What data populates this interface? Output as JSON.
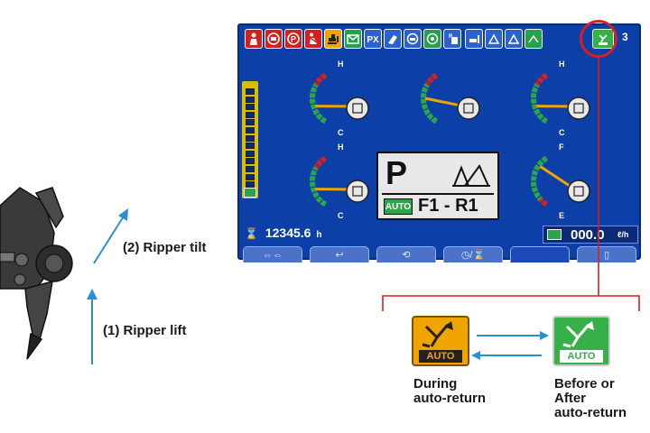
{
  "illustration": {
    "ripper_lift_label": "(1) Ripper lift",
    "ripper_tilt_label": "(2) Ripper tilt"
  },
  "screen": {
    "top_icons": [
      "operator-seat-icon",
      "engine-check-icon",
      "parking-brake-icon",
      "seatbelt-icon",
      "bulldozer-icon",
      "message-icon",
      "ripper-pin-icon",
      "ripper-tilt-icon",
      "coolant-icon",
      "service-icon",
      "reverse-icon",
      "blade-icon",
      "blade-pitch-icon",
      "blade-tilt-icon",
      "blade-auto-icon",
      "ripper-auto-return-icon"
    ],
    "page_number": "3",
    "gauges": [
      {
        "name": "engine-coolant-temperature-gauge",
        "top_label": "H",
        "bottom_label": "C",
        "icon": "coolant-temp-icon",
        "level": 0.35
      },
      {
        "name": "engine-oil-gauge",
        "top_label": "",
        "bottom_label": "",
        "icon": "engine-oil-icon",
        "level": 0.5
      },
      {
        "name": "hydraulic-oil-temperature-gauge",
        "top_label": "H",
        "bottom_label": "C",
        "icon": "hydraulic-temp-icon",
        "level": 0.35
      },
      {
        "name": "power-train-oil-temperature-gauge",
        "top_label": "H",
        "bottom_label": "C",
        "icon": "powertrain-temp-icon",
        "level": 0.35
      },
      {
        "name": "fuel-level-gauge",
        "top_label": "F",
        "bottom_label": "E",
        "icon": "fuel-icon",
        "level": 0.8
      }
    ],
    "bar_meter_segments": 13,
    "mode_panel": {
      "gear_letter": "P",
      "auto_badge": "AUTO",
      "gear_text": "F1 - R1"
    },
    "hour_meter": "12345.6",
    "hour_unit": "h",
    "fuel_rate": "000.0",
    "fuel_rate_unit": "ℓ/h",
    "function_buttons": [
      "function-1",
      "function-2",
      "function-3",
      "function-4",
      "function-5",
      "function-6"
    ]
  },
  "legend": {
    "during_icon_label": "AUTO",
    "before_icon_label": "AUTO",
    "during_caption_1": "During",
    "during_caption_2": "auto-return",
    "after_caption_1": "Before or",
    "after_caption_2": "After",
    "after_caption_3": "auto-return"
  },
  "colors": {
    "screen_blue": "#0d3fa8",
    "callout_red": "#d42020",
    "arrow_blue": "#2b8fd8",
    "auto_green": "#38b04a",
    "auto_orange": "#f0a400"
  }
}
